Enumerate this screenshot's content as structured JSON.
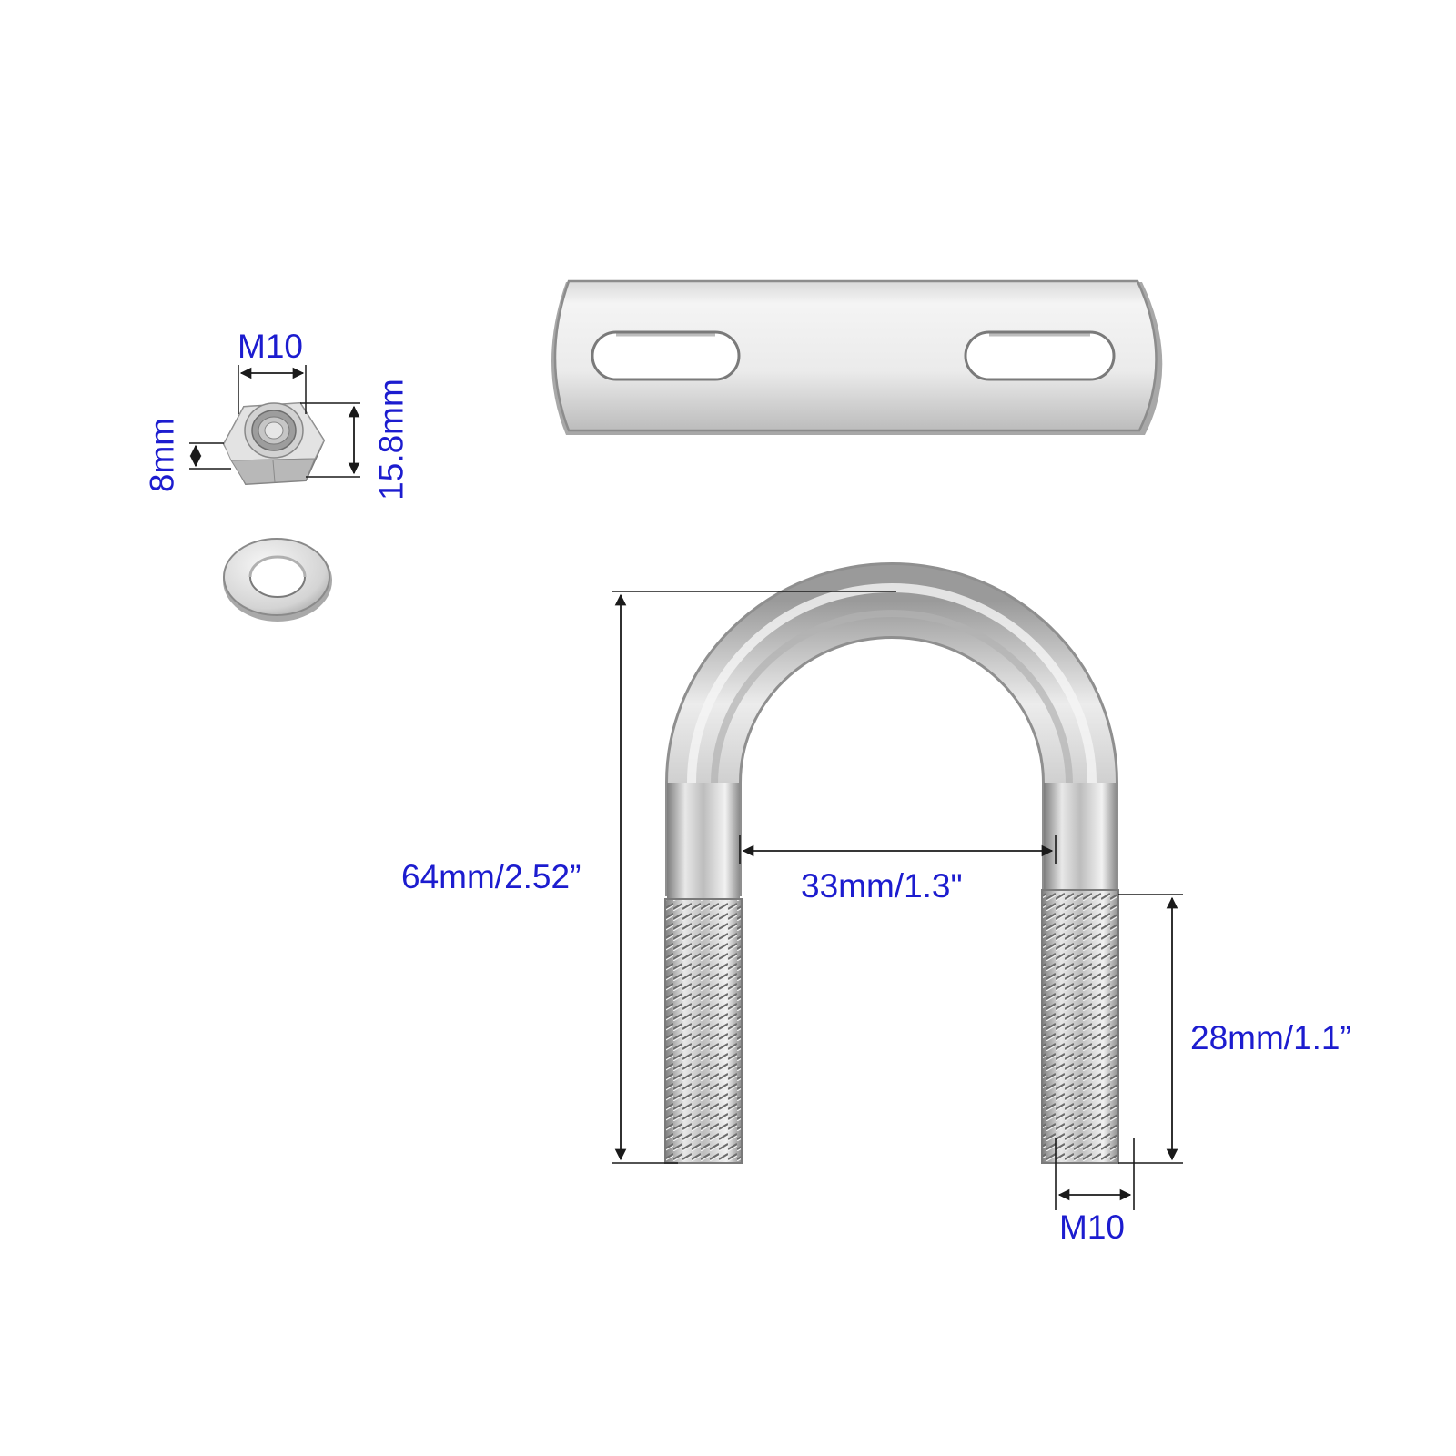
{
  "colors": {
    "label": "#1c1ccf",
    "dimension_line": "#1a1a1a",
    "metal_light": "#f3f3f3",
    "metal_mid": "#c9c9c9",
    "metal_dark": "#8e8e8e",
    "background": "#ffffff"
  },
  "nut": {
    "thread_label": "M10",
    "thickness_label": "8mm",
    "width_label": "15.8mm"
  },
  "washer": {},
  "plate": {},
  "ubolt": {
    "height_label": "64mm/2.52”",
    "inner_width_label": "33mm/1.3\"",
    "thread_length_label": "28mm/1.1”",
    "thread_label": "M10"
  }
}
